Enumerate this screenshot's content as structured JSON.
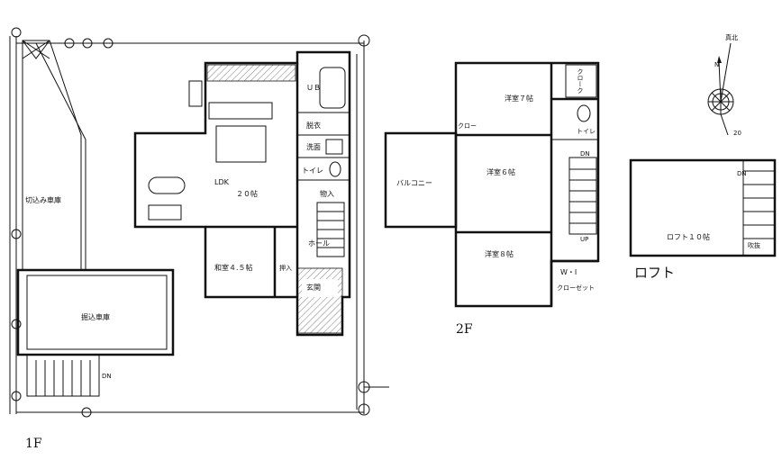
{
  "floors": {
    "first": {
      "label": "1F",
      "rooms": {
        "ldk": "LDK",
        "ldk_size": "２０帖",
        "washitsu": "和室４.５帖",
        "oshiire": "押入",
        "hall": "ホール",
        "genkan": "玄関",
        "toilet": "トイレ",
        "datsui": "脱衣",
        "senmen": "洗面",
        "ub": "ＵＢ",
        "storage": "物入",
        "garage_cut": "切込み車庫",
        "garage_built": "掘込車庫"
      },
      "dn": "DN"
    },
    "second": {
      "label": "2F",
      "rooms": {
        "yoshitsu7": "洋室７帖",
        "yoshitsu6": "洋室６帖",
        "yoshitsu8": "洋室８帖",
        "balcony": "バルコニー",
        "closet": "クローク",
        "closet2": "クロー",
        "toilet": "トイレ",
        "wic": "W・I",
        "wic_closet": "クローゼット"
      },
      "dn": "DN",
      "up": "UP"
    },
    "loft": {
      "label": "ロフト",
      "rooms": {
        "loft": "ロフト１０帖",
        "fukinuke": "吹抜"
      },
      "dn": "DN"
    }
  },
  "compass": {
    "north": "真北",
    "n": "N",
    "angle": "20"
  }
}
